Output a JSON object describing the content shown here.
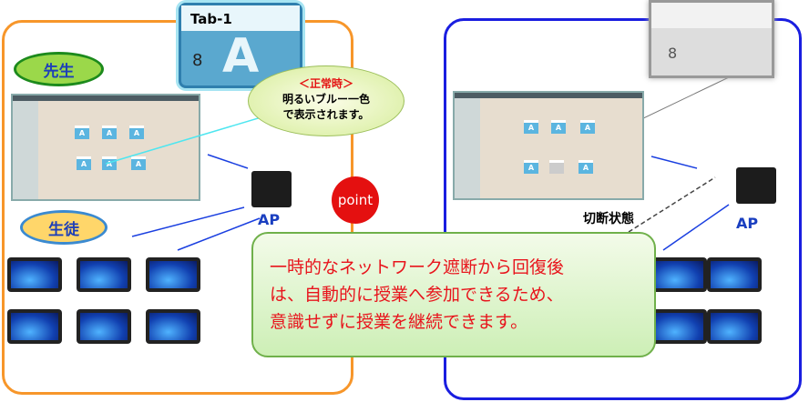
{
  "left": {
    "teacher_label": "先生",
    "student_label": "生徒",
    "ap_label": "AP",
    "tab_card": {
      "title": "Tab-1",
      "number": "8",
      "letter": "A"
    },
    "callout": {
      "heading": "＜正常時＞",
      "line1": "明るいブルー一色",
      "line2": "で表示されます。"
    }
  },
  "point_label": "point",
  "right": {
    "ap_label": "AP",
    "disconnect_label": "切断状態",
    "tab_card": {
      "number": "8"
    }
  },
  "message": {
    "line1": "一時的なネットワーク遮断から回復後",
    "line2": "は、自動的に授業へ参加できるため、",
    "line3": "意識せずに授業を継続できます。"
  },
  "colors": {
    "left_border": "#f7962a",
    "right_border": "#1a1ee0",
    "message_text": "#e8141c",
    "point": "#e41010"
  }
}
